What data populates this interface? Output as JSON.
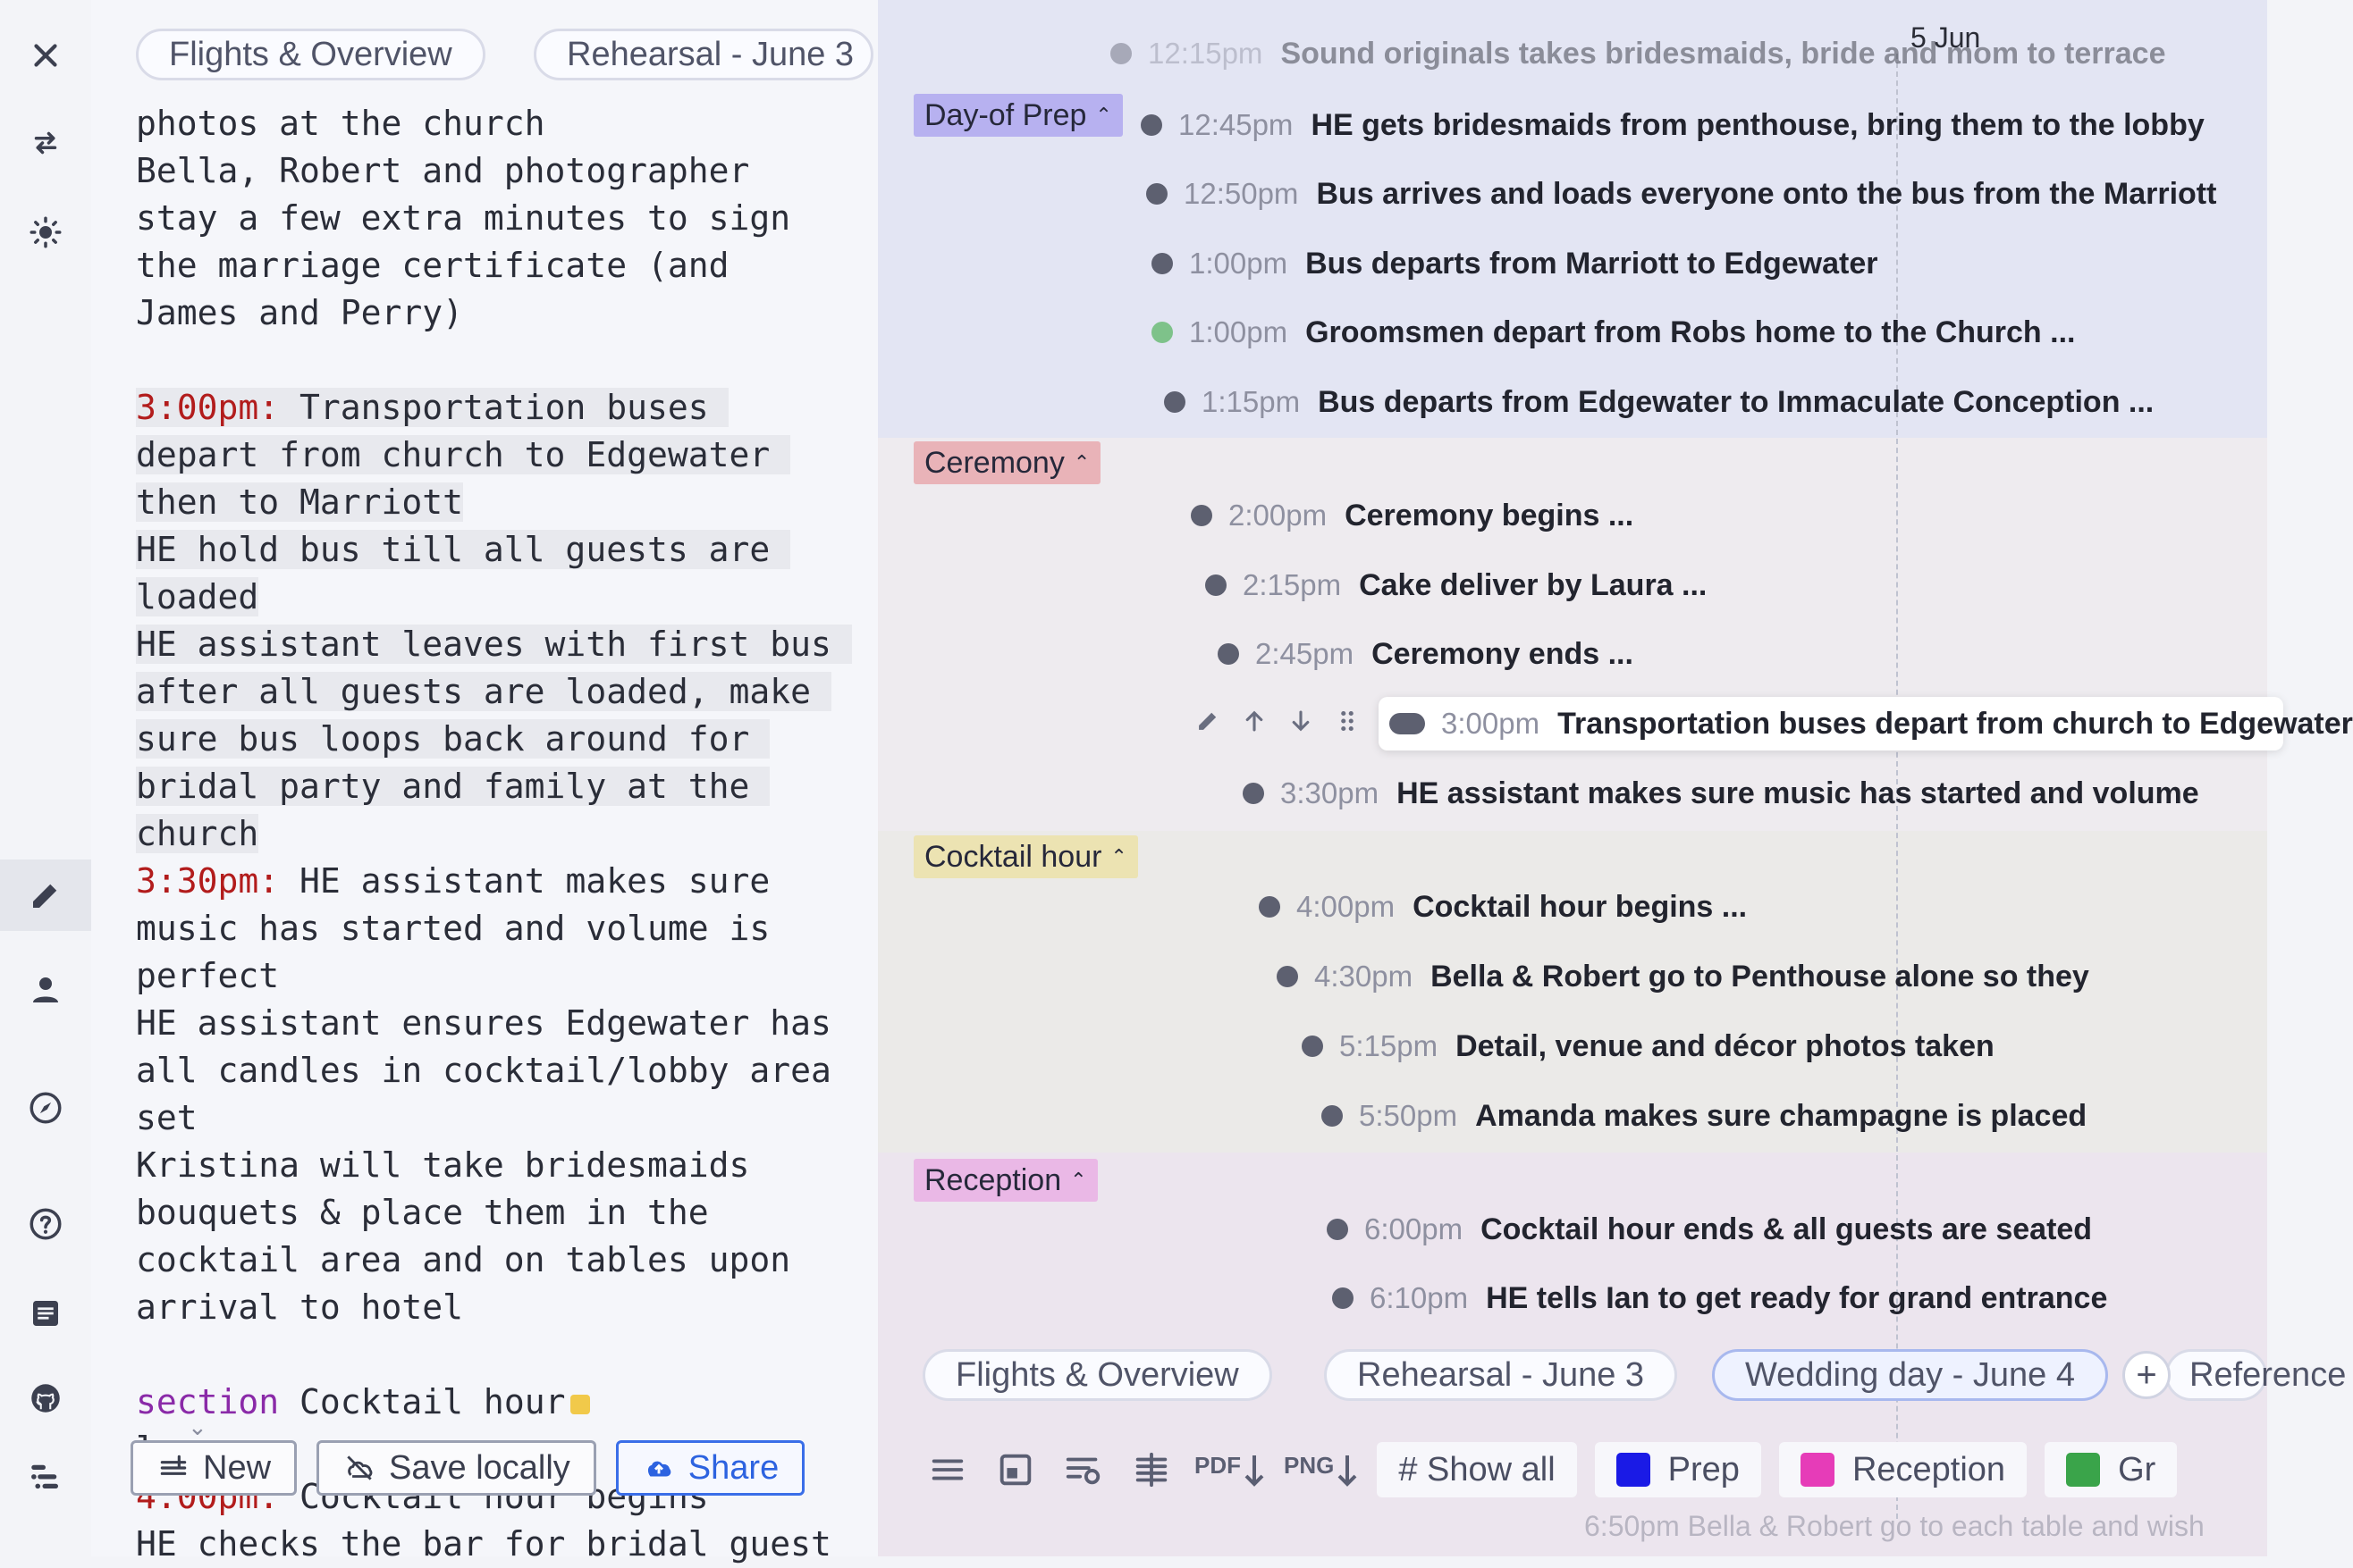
{
  "sidebar": {
    "icons": [
      "close-icon",
      "swap-icon",
      "theme-icon",
      "edit-icon",
      "user-icon",
      "compass-icon",
      "help-icon",
      "document-icon",
      "github-icon",
      "timeline-icon"
    ]
  },
  "editor": {
    "tabs": [
      "Flights & Overview",
      "Rehearsal - June 3"
    ],
    "lines": [
      {
        "pre": "",
        "time": "",
        "text": "photos at the church",
        "hl": false
      },
      {
        "pre": "",
        "time": "",
        "text": "Bella, Robert and photographer",
        "hl": false
      },
      {
        "pre": "",
        "time": "",
        "text": "stay a few extra minutes to sign",
        "hl": false
      },
      {
        "pre": "",
        "time": "",
        "text": "the marriage certificate (and",
        "hl": false
      },
      {
        "pre": "",
        "time": "",
        "text": "James and Perry)",
        "hl": false
      },
      {
        "pre": "",
        "time": "",
        "text": "",
        "hl": false
      },
      {
        "pre": "",
        "time": "3:00pm:",
        "text": " Transportation buses ",
        "hl": true
      },
      {
        "pre": "",
        "time": "",
        "text": "depart from church to Edgewater ",
        "hl": true
      },
      {
        "pre": "",
        "time": "",
        "text": "then to Marriott",
        "hl": true
      },
      {
        "pre": "",
        "time": "",
        "text": "HE hold bus till all guests are ",
        "hl": true
      },
      {
        "pre": "",
        "time": "",
        "text": "loaded",
        "hl": true
      },
      {
        "pre": "",
        "time": "",
        "text": "HE assistant leaves with first bus ",
        "hl": true
      },
      {
        "pre": "",
        "time": "",
        "text": "after all guests are loaded, make ",
        "hl": true
      },
      {
        "pre": "",
        "time": "",
        "text": "sure bus loops back around for ",
        "hl": true
      },
      {
        "pre": "",
        "time": "",
        "text": "bridal party and family at the ",
        "hl": true
      },
      {
        "pre": "",
        "time": "",
        "text": "church",
        "hl": true
      },
      {
        "pre": "",
        "time": "3:30pm:",
        "text": " HE assistant makes sure",
        "hl": false
      },
      {
        "pre": "",
        "time": "",
        "text": "music has started and volume is",
        "hl": false
      },
      {
        "pre": "",
        "time": "",
        "text": "perfect",
        "hl": false
      },
      {
        "pre": "",
        "time": "",
        "text": "HE assistant ensures Edgewater has",
        "hl": false
      },
      {
        "pre": "",
        "time": "",
        "text": "all candles in cocktail/lobby area",
        "hl": false
      },
      {
        "pre": "",
        "time": "",
        "text": "set",
        "hl": false
      },
      {
        "pre": "",
        "time": "",
        "text": "Kristina will take bridesmaids",
        "hl": false
      },
      {
        "pre": "",
        "time": "",
        "text": "bouquets & place them in the",
        "hl": false
      },
      {
        "pre": "",
        "time": "",
        "text": "cocktail area and on tables upon",
        "hl": false
      },
      {
        "pre": "",
        "time": "",
        "text": "arrival to hotel",
        "hl": false
      },
      {
        "pre": "",
        "time": "",
        "text": "",
        "hl": false
      },
      {
        "pre": "section",
        "time": "",
        "text": " Cocktail hour",
        "hl": false,
        "chip": true
      },
      {
        "pre": "",
        "time": "",
        "text": "l",
        "hl": false
      },
      {
        "pre": "",
        "time": "4:00pm:",
        "text": " Cocktail hour begins",
        "hl": false
      },
      {
        "pre": "",
        "time": "",
        "text": "HE checks the bar for bridal guest",
        "hl": false
      }
    ],
    "buttons": {
      "new": "New",
      "save": "Save locally",
      "share": "Share"
    }
  },
  "timeline": {
    "date_label": "5 Jun",
    "sections": {
      "prep": "Day-of Prep",
      "ceremony": "Ceremony",
      "cocktail": "Cocktail hour",
      "reception": "Reception"
    },
    "section_colors": {
      "prep": "#b7b1f0",
      "ceremony": "#e9b3b8",
      "cocktail": "#ece3b2",
      "reception": "#eab8e6"
    },
    "events": [
      {
        "time": "12:15pm",
        "title": "Sound originals takes bridesmaids, bride and mom to terrace",
        "dot": "#5d6070"
      },
      {
        "time": "12:45pm",
        "title": "HE gets bridesmaids from penthouse, bring them to the lobby",
        "dot": "#5d6070"
      },
      {
        "time": "12:50pm",
        "title": "Bus arrives and loads everyone onto the bus from the Marriott",
        "dot": "#5d6070"
      },
      {
        "time": "1:00pm",
        "title": "Bus departs from Marriott to Edgewater",
        "dot": "#5d6070"
      },
      {
        "time": "1:00pm",
        "title": "Groomsmen depart from Robs home to the Church ...",
        "dot": "#7ec28a"
      },
      {
        "time": "1:15pm",
        "title": "Bus departs from Edgewater to Immaculate Conception ...",
        "dot": "#5d6070"
      },
      {
        "time": "2:00pm",
        "title": "Ceremony begins ...",
        "dot": "#5d6070"
      },
      {
        "time": "2:15pm",
        "title": "Cake deliver by Laura ...",
        "dot": "#5d6070"
      },
      {
        "time": "2:45pm",
        "title": "Ceremony ends ...",
        "dot": "#5d6070"
      },
      {
        "time": "3:00pm",
        "title": "Transportation buses depart from church to Edgewater",
        "dot": "#5d6070"
      },
      {
        "time": "3:30pm",
        "title": "HE assistant makes sure music has started and volume",
        "dot": "#5d6070"
      },
      {
        "time": "4:00pm",
        "title": "Cocktail hour begins ...",
        "dot": "#5d6070"
      },
      {
        "time": "4:30pm",
        "title": "Bella & Robert go to Penthouse alone so they",
        "dot": "#5d6070"
      },
      {
        "time": "5:15pm",
        "title": "Detail, venue and décor photos taken",
        "dot": "#5d6070"
      },
      {
        "time": "5:50pm",
        "title": "Amanda makes sure champagne is placed",
        "dot": "#5d6070"
      },
      {
        "time": "6:00pm",
        "title": "Cocktail hour ends & all guests are seated",
        "dot": "#5d6070"
      },
      {
        "time": "6:10pm",
        "title": "HE tells Ian to get ready for grand entrance",
        "dot": "#5d6070"
      }
    ],
    "tabs": [
      "Flights & Overview",
      "Rehearsal - June 3",
      "Wedding day - June 4",
      "Reference"
    ],
    "plus": "+",
    "toolbar": {
      "pdf": "PDF",
      "png": "PNG",
      "show_all": "# Show all"
    },
    "chips": [
      {
        "label": "Prep",
        "color": "#1a1ae6"
      },
      {
        "label": "Reception",
        "color": "#e63cb8"
      },
      {
        "label": "Gr",
        "color": "#3aa44a"
      }
    ],
    "ghost_row": "6:50pm  Bella & Robert go to each table and wish"
  }
}
